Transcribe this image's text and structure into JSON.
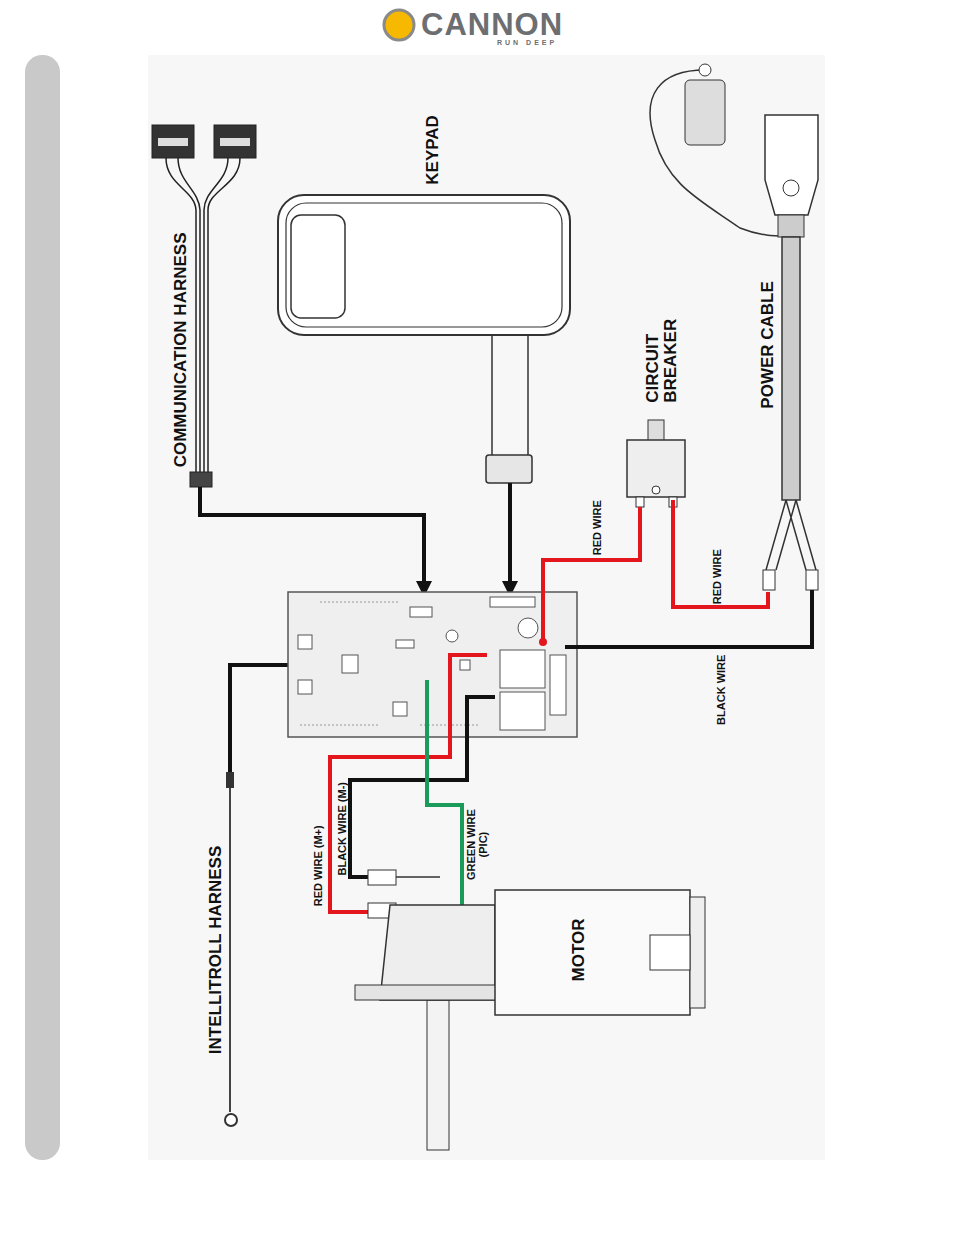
{
  "diagram": {
    "nodes": [
      {
        "text": [
          "COMMUNICATION HARNESS"
        ]
      },
      {
        "text": [
          "KEYPAD"
        ]
      },
      {
        "text": [
          "CIRCUIT BREAKER"
        ]
      },
      {
        "text": [
          "POWER CABLE"
        ]
      },
      {
        "text": [
          "MOTOR"
        ]
      },
      {
        "text": [
          "INTELLITROLL HARNESS"
        ]
      }
    ],
    "edges": [
      {
        "from": 3,
        "to": 2,
        "arrow": "none",
        "label": "RED WIRE"
      }
    ],
    "labels": [
      "CANNON",
      "RUN DEEP",
      "RED WIRE",
      "BLACK WIRE",
      "RED WIRE (M+)",
      "BLACK WIRE (M-)",
      "GREEN WIRE (PIC)"
    ]
  }
}
